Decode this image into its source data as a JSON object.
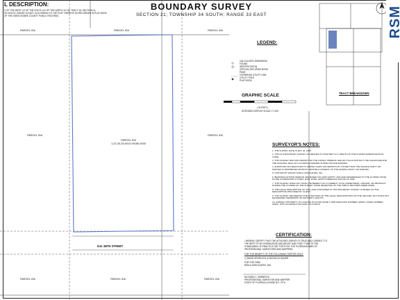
{
  "title": "BOUNDARY SURVEY",
  "subtitle": "SECTION 21; TOWNSHIP 34 SOUTH; RANGE 33 EAST",
  "description": {
    "heading": "L DESCRIPTION:",
    "lines": [
      "S OF THE WEST 1/2 OF THE SOUTH 1/2 OF THE NORTH 1/2 OF TRACT 18, SECTION 21,",
      "SH SOUTH, RANGE 33 EAST, ACCORDING TO THE PLAT THEREOF AS RECORDED IN PLAT BOOK",
      "OF THE OKEECHOBEE COUNTY PUBLIC RECORDS."
    ]
  },
  "legend": {
    "heading": "LEGEND:",
    "items": [
      "CALCULATED DIMENSION",
      "FOUND",
      "IDENTIFICATION",
      "OFFICIAL RECORDS BOOK",
      "PAGE",
      "OVERHEAD UTILITY LINE",
      "UTILITY POLE",
      "PLAT BOOK"
    ]
  },
  "graphic_scale": {
    "heading": "GRAPHIC SCALE",
    "note": "( IN FEET )",
    "sub": "INTENDED DISPLAY SCALE 1\"=100'"
  },
  "tract_breakdown": "TRACT BREAKDOWN",
  "surveyors_notes": {
    "heading": "SURVEYOR'S NOTES:",
    "items": [
      "1.  THE SURVEY DATE IS MAY 18, 2020.",
      "2.  THIS IS A BOUNDARY SURVEY AS DEFINED IN CHAPTER 5J-17.050(15) OF THE FLORIDA ADMINISTRATIVE CODE.",
      "3.  THIS SURVEY MAP AND REPORT OR THE COPIES THEREOF ARE NOT VALID WITHOUT THE SIGNATURE AND THE ORIGINAL SEAL OF A FLORIDA LICENSED SURVEYOR AND MAPPER.",
      "4.  ADDITIONS OR DELETIONS TO SURVEY MAPS OR REPORTS BY OTHER THAN THE SIGNING PARTY OR PARTIES IS PROHIBITED WITHOUT WRITTEN CONSENT OF THE SIGNING PARTY OR PARTIES.",
      "5.  COPYRIGHT 2020 BY RSM & ASSOCIATES, INC.",
      "6.  BEARINGS SHOWN HEREON ARE BASED ON GRID NORTH, AND ARE REFERENCED TO THE FLORIDA STATE PLANE COORDINATE SYSTEM, EAST ZONE, NORTH AMERICAN DATUM OF 1983.",
      "7.  THIS SURVEY DOES NOT HAVE THE BENEFIT OF A CURRENT TITLE COMMITMENT, OPINION, OR ABSTRACT. DURING THE COURSE OF THE SURVEY SOME SEARCHES OF THE PUBLIC RECORDS WERE MADE.",
      "8.  THE LEGAL DESCRIPTION OF THE LAND CONTAINED IN THIS BOUNDARY SURVEY IS BASED ON THE DESCRIPTION PROVIDED BY CLIENT.",
      "9.  THIS SURVEY DELINEATES THE LOCATIONS OF THE LEGAL DESCRIPTIONS ON THE GROUND, BUT DOES NOT DETERMINE OWNERSHIP OF PROPERTY RIGHTS.",
      "10. SUBJECT PROPERTY IS LOCATED IN FLOOD ZONE X PER FEMA MAP NUMBER 12093C, PANEL NUMBER 0300C, WITH AN EFFECTIVE DATE OF 07/16/15."
    ]
  },
  "certification": {
    "heading": "CERTIFICATION:",
    "text": "I HEREBY CERTIFY THAT THE ATTACHED SURVEY IS TRUE AND CORRECT TO THE BEST OF MY KNOWLEDGE AND BELIEF AND THAT IT MEETS THE STANDARDS OF PRACTICE SET FORTH BY THE FLORIDA BOARD OF PROFESSIONAL SURVEYORS AND MAPPERS.",
    "for": "FOR THE BENEFIT OF THE FOLLOWING PARTIES ONLY:",
    "party": "1) DAVID SPURLOCK & MICHELLE BAUER",
    "firm_label": "FOR THE FIRM",
    "firm": "RSM & ASSOCIATES, INC.",
    "sig_name": "RICHARD C. BARNES III",
    "sig_title": "PROFESSIONAL SURVEYOR AND MAPPER",
    "sig_state": "STATE OF FLORIDA LICENSE NO. 7074"
  },
  "parcels": {
    "subject_label": "PARCEL ID#",
    "subject_id": "1-21-34-33-0010-00180-0030",
    "west": "PARCEL ID#",
    "east": "PARCEL ID#",
    "north": "PARCEL ID#",
    "south": "PARCEL ID#"
  },
  "road": "N.E. 88TH STREET",
  "logo": "RSM",
  "colors": {
    "boundary": "#5a78c8",
    "logo": "#1b4d8c",
    "hatch": "#3a5aa8"
  }
}
